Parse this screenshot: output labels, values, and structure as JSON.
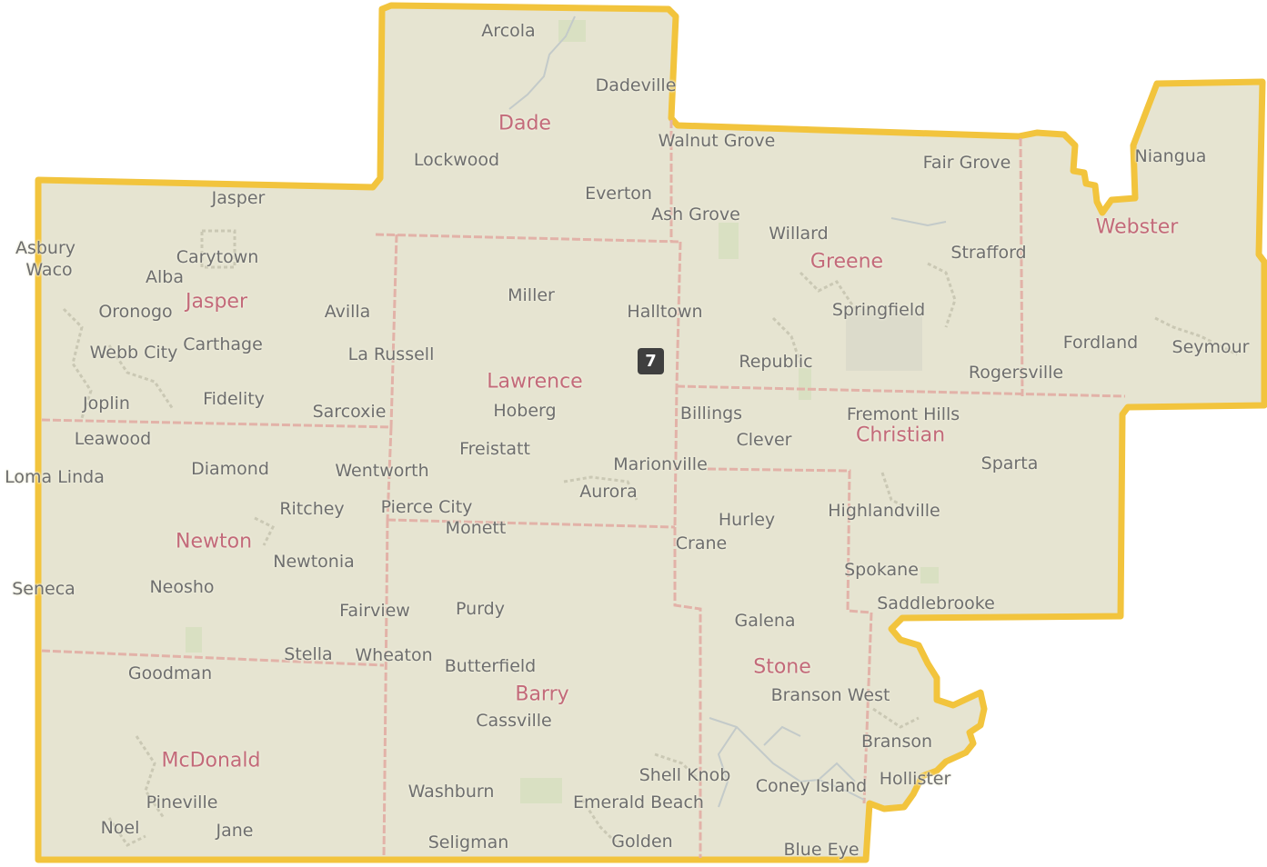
{
  "district": {
    "number": "7"
  },
  "colors": {
    "district_border": "#f2c43d",
    "land": "#e6e4d1",
    "county_line": "#e2b2a8",
    "county_label": "#c36a7a",
    "city_label": "#6e6e6e"
  },
  "counties": [
    {
      "key": "dade",
      "name": "Dade"
    },
    {
      "key": "greene",
      "name": "Greene"
    },
    {
      "key": "webster",
      "name": "Webster"
    },
    {
      "key": "jasper",
      "name": "Jasper"
    },
    {
      "key": "lawrence",
      "name": "Lawrence"
    },
    {
      "key": "christian",
      "name": "Christian"
    },
    {
      "key": "newton",
      "name": "Newton"
    },
    {
      "key": "stone",
      "name": "Stone"
    },
    {
      "key": "barry",
      "name": "Barry"
    },
    {
      "key": "mcdonald",
      "name": "McDonald"
    }
  ],
  "cities": [
    {
      "key": "arcola",
      "name": "Arcola"
    },
    {
      "key": "dadeville",
      "name": "Dadeville"
    },
    {
      "key": "walnut-grove",
      "name": "Walnut Grove"
    },
    {
      "key": "lockwood",
      "name": "Lockwood"
    },
    {
      "key": "everton",
      "name": "Everton"
    },
    {
      "key": "ash-grove",
      "name": "Ash Grove"
    },
    {
      "key": "fair-grove",
      "name": "Fair Grove"
    },
    {
      "key": "niangua",
      "name": "Niangua"
    },
    {
      "key": "jasper-city",
      "name": "Jasper"
    },
    {
      "key": "asbury",
      "name": "Asbury"
    },
    {
      "key": "waco",
      "name": "Waco"
    },
    {
      "key": "carytown",
      "name": "Carytown"
    },
    {
      "key": "alba",
      "name": "Alba"
    },
    {
      "key": "willard",
      "name": "Willard"
    },
    {
      "key": "strafford",
      "name": "Strafford"
    },
    {
      "key": "oronogo",
      "name": "Oronogo"
    },
    {
      "key": "avilla",
      "name": "Avilla"
    },
    {
      "key": "miller",
      "name": "Miller"
    },
    {
      "key": "halltown",
      "name": "Halltown"
    },
    {
      "key": "springfield",
      "name": "Springfield"
    },
    {
      "key": "webb-city",
      "name": "Webb City"
    },
    {
      "key": "carthage",
      "name": "Carthage"
    },
    {
      "key": "la-russell",
      "name": "La Russell"
    },
    {
      "key": "republic",
      "name": "Republic"
    },
    {
      "key": "fordland",
      "name": "Fordland"
    },
    {
      "key": "seymour",
      "name": "Seymour"
    },
    {
      "key": "rogersville",
      "name": "Rogersville"
    },
    {
      "key": "joplin",
      "name": "Joplin"
    },
    {
      "key": "fidelity",
      "name": "Fidelity"
    },
    {
      "key": "sarcoxie",
      "name": "Sarcoxie"
    },
    {
      "key": "hoberg",
      "name": "Hoberg"
    },
    {
      "key": "billings",
      "name": "Billings"
    },
    {
      "key": "fremont-hills",
      "name": "Fremont Hills"
    },
    {
      "key": "leawood",
      "name": "Leawood"
    },
    {
      "key": "clever",
      "name": "Clever"
    },
    {
      "key": "freistatt",
      "name": "Freistatt"
    },
    {
      "key": "diamond",
      "name": "Diamond"
    },
    {
      "key": "sparta",
      "name": "Sparta"
    },
    {
      "key": "marionville",
      "name": "Marionville"
    },
    {
      "key": "loma-linda",
      "name": "Loma Linda"
    },
    {
      "key": "wentworth",
      "name": "Wentworth"
    },
    {
      "key": "aurora",
      "name": "Aurora"
    },
    {
      "key": "ritchey",
      "name": "Ritchey"
    },
    {
      "key": "pierce-city",
      "name": "Pierce City"
    },
    {
      "key": "highlandville",
      "name": "Highlandville"
    },
    {
      "key": "hurley",
      "name": "Hurley"
    },
    {
      "key": "monett",
      "name": "Monett"
    },
    {
      "key": "crane",
      "name": "Crane"
    },
    {
      "key": "newtonia",
      "name": "Newtonia"
    },
    {
      "key": "spokane",
      "name": "Spokane"
    },
    {
      "key": "neosho",
      "name": "Neosho"
    },
    {
      "key": "seneca",
      "name": "Seneca"
    },
    {
      "key": "saddlebrooke",
      "name": "Saddlebrooke"
    },
    {
      "key": "fairview",
      "name": "Fairview"
    },
    {
      "key": "purdy",
      "name": "Purdy"
    },
    {
      "key": "galena",
      "name": "Galena"
    },
    {
      "key": "stella",
      "name": "Stella"
    },
    {
      "key": "wheaton",
      "name": "Wheaton"
    },
    {
      "key": "butterfield",
      "name": "Butterfield"
    },
    {
      "key": "goodman",
      "name": "Goodman"
    },
    {
      "key": "branson-west",
      "name": "Branson West"
    },
    {
      "key": "cassville",
      "name": "Cassville"
    },
    {
      "key": "branson",
      "name": "Branson"
    },
    {
      "key": "shell-knob",
      "name": "Shell Knob"
    },
    {
      "key": "hollister",
      "name": "Hollister"
    },
    {
      "key": "coney-island",
      "name": "Coney Island"
    },
    {
      "key": "washburn",
      "name": "Washburn"
    },
    {
      "key": "emerald-beach",
      "name": "Emerald Beach"
    },
    {
      "key": "pineville",
      "name": "Pineville"
    },
    {
      "key": "noel",
      "name": "Noel"
    },
    {
      "key": "jane",
      "name": "Jane"
    },
    {
      "key": "seligman",
      "name": "Seligman"
    },
    {
      "key": "golden",
      "name": "Golden"
    },
    {
      "key": "blue-eye",
      "name": "Blue Eye"
    }
  ]
}
